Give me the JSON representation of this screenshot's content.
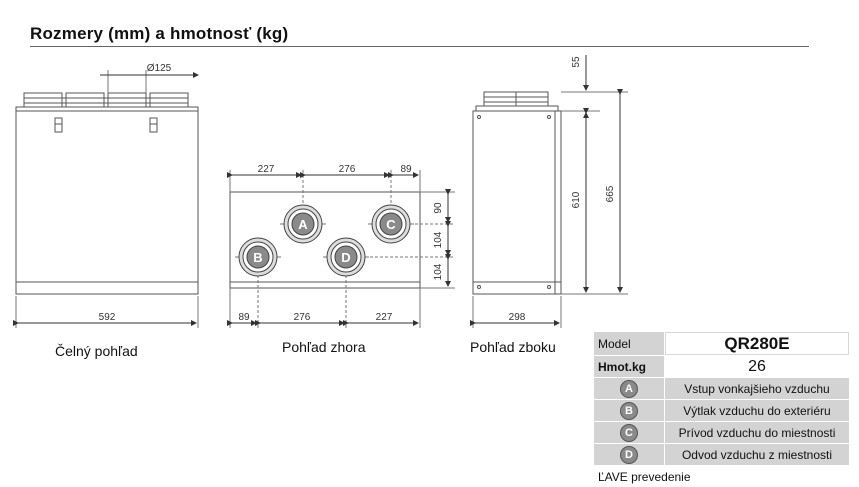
{
  "title": "Rozmery (mm) a hmotnosť  (kg)",
  "dimensions": {
    "front_pipe_diameter": "Ø125",
    "front_width": "592",
    "top_upper": [
      "227",
      "276",
      "89"
    ],
    "top_lower": [
      "89",
      "276",
      "227"
    ],
    "top_right": [
      "90",
      "104",
      "104"
    ],
    "side_cap": "55",
    "side_body": "610",
    "side_total": "665",
    "side_depth": "298"
  },
  "ports": [
    "A",
    "B",
    "C",
    "D"
  ],
  "captions": {
    "front": "Čelný pohľad",
    "top": "Pohľad zhora",
    "side": "Pohľad zboku"
  },
  "specs": {
    "model_label": "Model",
    "model_value": "QR280E",
    "weight_label": "Hmot.kg",
    "weight_value": "26",
    "rows": [
      {
        "letter": "A",
        "desc": "Vstup vonkajšieho vzduchu"
      },
      {
        "letter": "B",
        "desc": "Výtlak vzduchu do exteriéru"
      },
      {
        "letter": "C",
        "desc": "Prívod vzduchu do miestnosti"
      },
      {
        "letter": "D",
        "desc": "Odvod vzduchu z miestnosti"
      }
    ]
  },
  "footnote": "ĽAVE prevedenie"
}
